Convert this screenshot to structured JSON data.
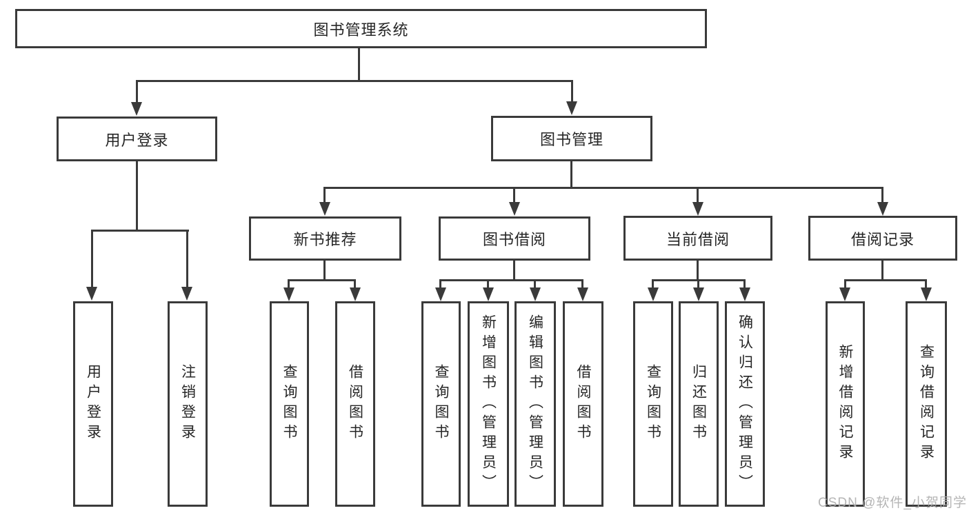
{
  "diagram_title": "图书管理系统",
  "colors": {
    "line": "#3a3a3a",
    "text": "#262626",
    "box_background": "#ffffff",
    "watermark": "#afafaf"
  },
  "watermark": "CSDN @软件_小贺同学",
  "tree": {
    "root": {
      "label": "图书管理系统"
    },
    "branches": [
      {
        "label": "用户登录",
        "children": [
          {
            "label": "用户登录"
          },
          {
            "label": "注销登录"
          }
        ]
      },
      {
        "label": "图书管理",
        "children": [
          {
            "label": "新书推荐",
            "children": [
              {
                "label": "查询图书"
              },
              {
                "label": "借阅图书"
              }
            ]
          },
          {
            "label": "图书借阅",
            "children": [
              {
                "label": "查询图书"
              },
              {
                "label": "新增图书（管理员）"
              },
              {
                "label": "编辑图书（管理员）"
              },
              {
                "label": "借阅图书"
              }
            ]
          },
          {
            "label": "当前借阅",
            "children": [
              {
                "label": "查询图书"
              },
              {
                "label": "归还图书"
              },
              {
                "label": "确认归还（管理员）"
              }
            ]
          },
          {
            "label": "借阅记录",
            "children": [
              {
                "label": "新增借阅记录"
              },
              {
                "label": "查询借阅记录"
              }
            ]
          }
        ]
      }
    ]
  }
}
